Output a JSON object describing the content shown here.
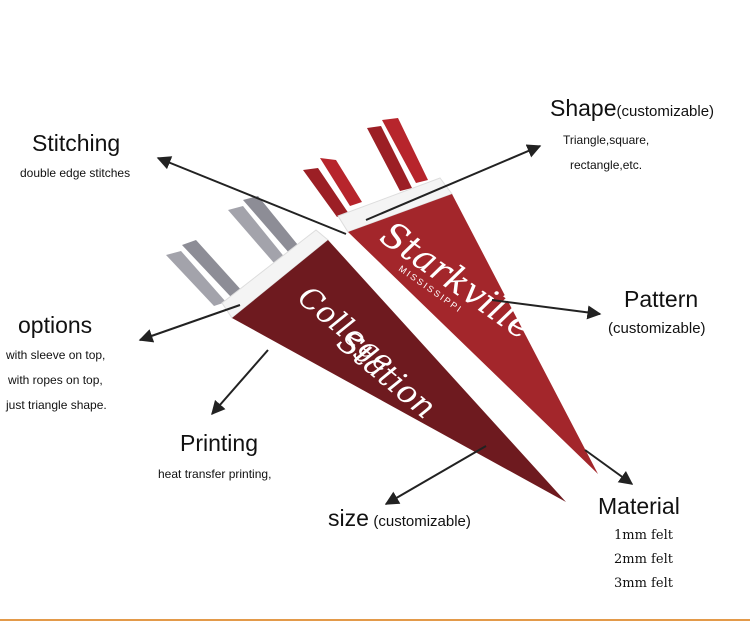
{
  "labels": {
    "stitching": {
      "title": "Stitching",
      "desc": "double edge stitches"
    },
    "shape": {
      "title": "Shape",
      "qualifier": "(customizable)",
      "line1": "Triangle,square,",
      "line2": "rectangle,etc."
    },
    "pattern": {
      "title": "Pattern",
      "qualifier": "(customizable)"
    },
    "options": {
      "title": "options",
      "line1": "with sleeve on top,",
      "line2": "with ropes on top,",
      "line3": "just triangle shape."
    },
    "printing": {
      "title": "Printing",
      "desc": "heat transfer printing,"
    },
    "size": {
      "title": "size",
      "qualifier": "(customizable)"
    },
    "material": {
      "title": "Material",
      "line1": "1mm felt",
      "line2": "2mm felt",
      "line3": "3mm felt"
    }
  },
  "pennant_texts": {
    "front_line1": "College",
    "front_line2": "Station",
    "back_main": "Starkville",
    "back_sub": "MISSISSIPPI"
  },
  "colors": {
    "pennant_front": "#6e1a1f",
    "pennant_back": "#a3262b",
    "sleeve": "#f4f4f4",
    "ribbon_gray": "#8d8d96",
    "ribbon_red": "#b7252c",
    "arrow": "#222222",
    "bottom_border": "#e39a4a"
  }
}
